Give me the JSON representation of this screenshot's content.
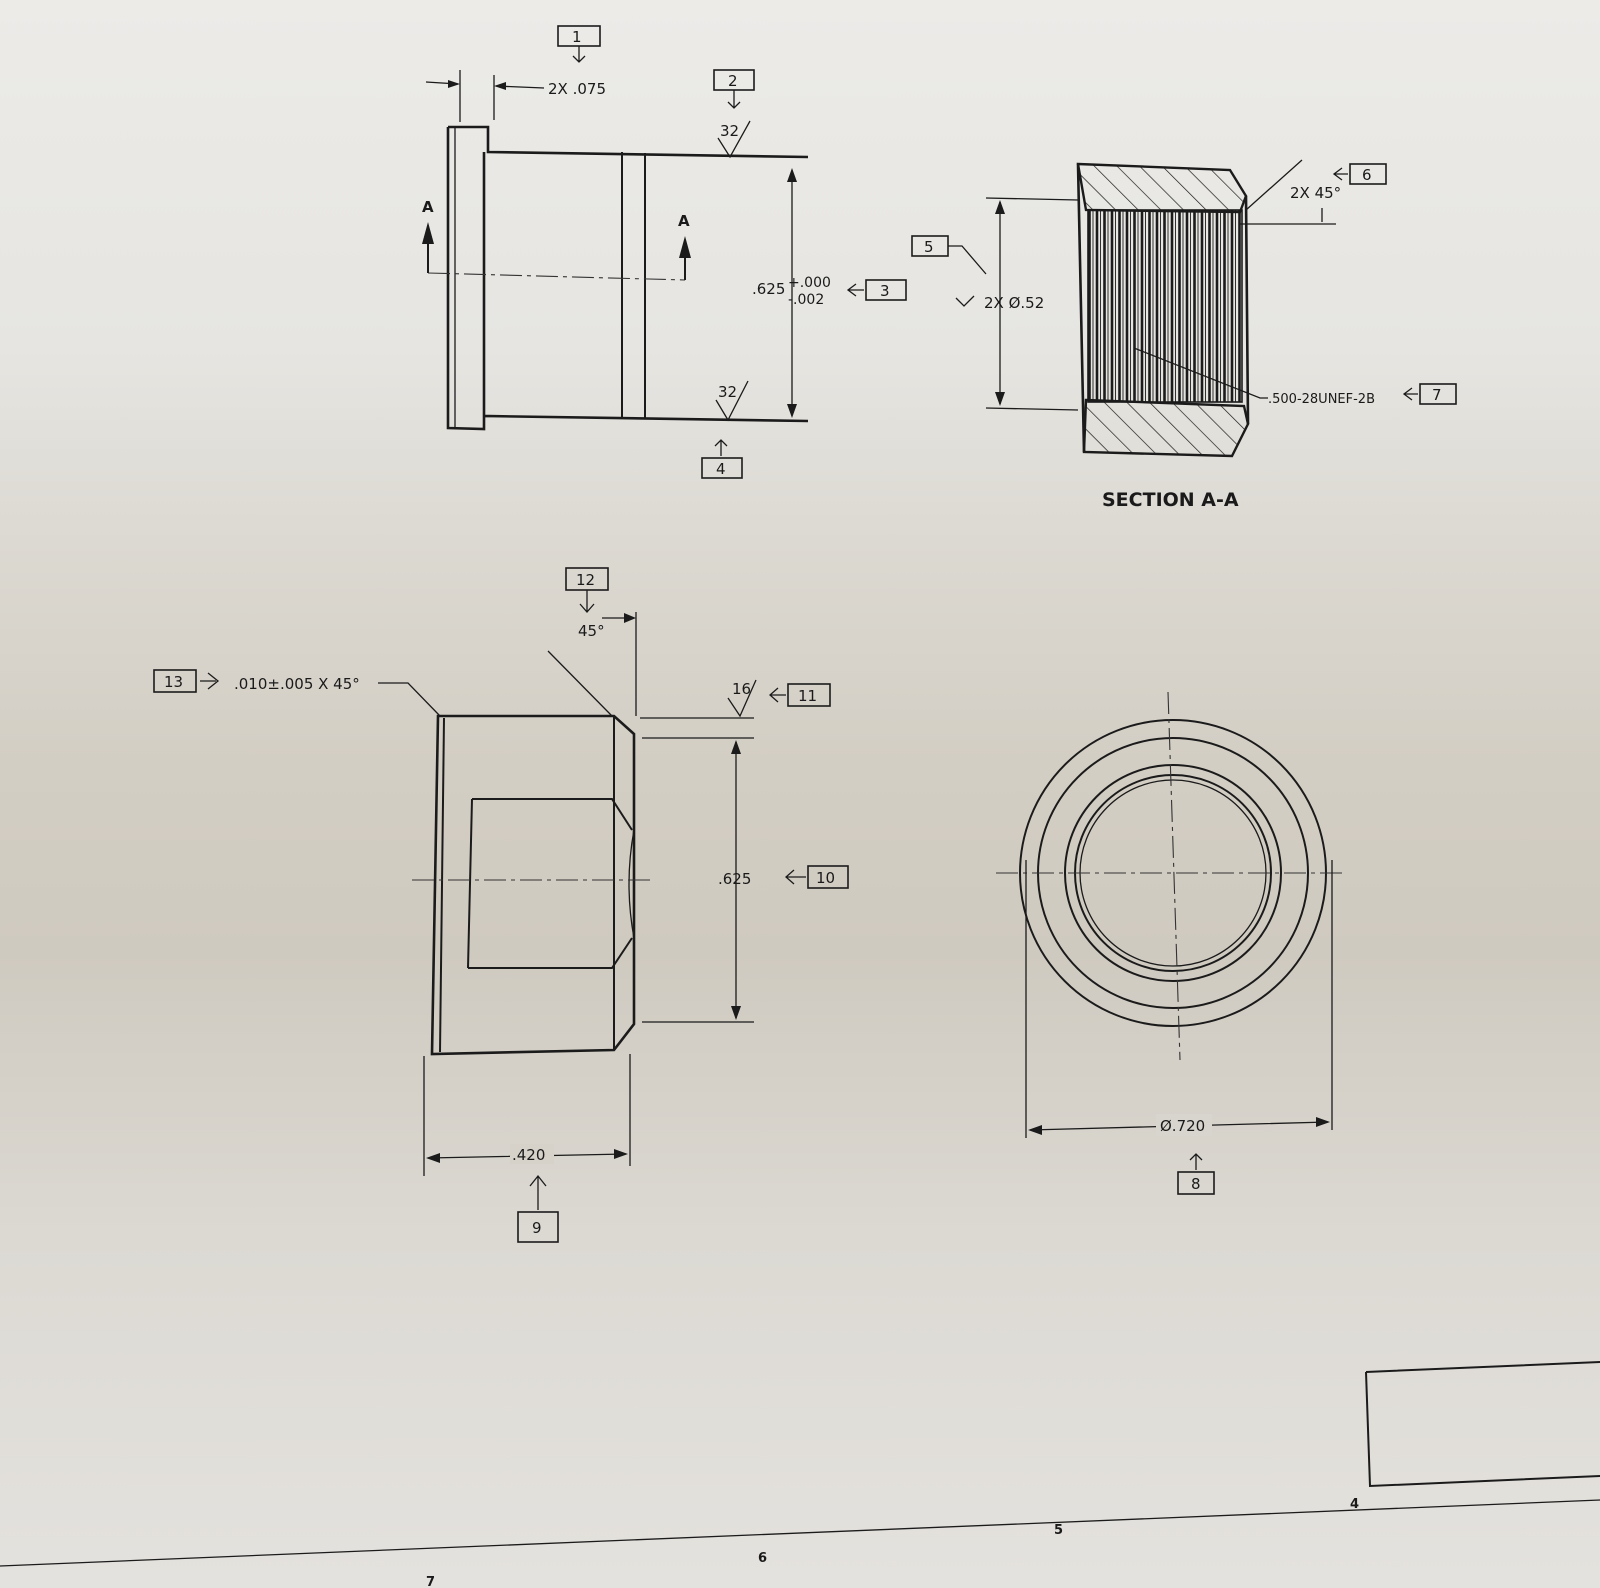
{
  "top_view": {
    "flange_thickness": "2X .075",
    "finish_top": "32",
    "finish_bottom": "32",
    "diameter": ".625",
    "tol_plus": "+.000",
    "tol_minus": "-.002",
    "section_letter_left": "A",
    "section_letter_right": "A"
  },
  "section_view": {
    "title": "SECTION A-A",
    "chamfer": "2X 45°",
    "counterbore": "2X Ø.52",
    "thread": ".500-28UNEF-2B"
  },
  "side_view": {
    "angle": "45°",
    "edge_break": ".010±.005 X 45°",
    "finish": "16",
    "height": ".625",
    "width": ".420"
  },
  "end_view": {
    "diameter": "Ø.720"
  },
  "balloons": {
    "b1": "1",
    "b2": "2",
    "b3": "3",
    "b4": "4",
    "b5": "5",
    "b6": "6",
    "b7": "7",
    "b8": "8",
    "b9": "9",
    "b10": "10",
    "b11": "11",
    "b12": "12",
    "b13": "13"
  },
  "sheet_zones": {
    "z7": "7",
    "z6": "6",
    "z5": "5",
    "z4": "4"
  }
}
